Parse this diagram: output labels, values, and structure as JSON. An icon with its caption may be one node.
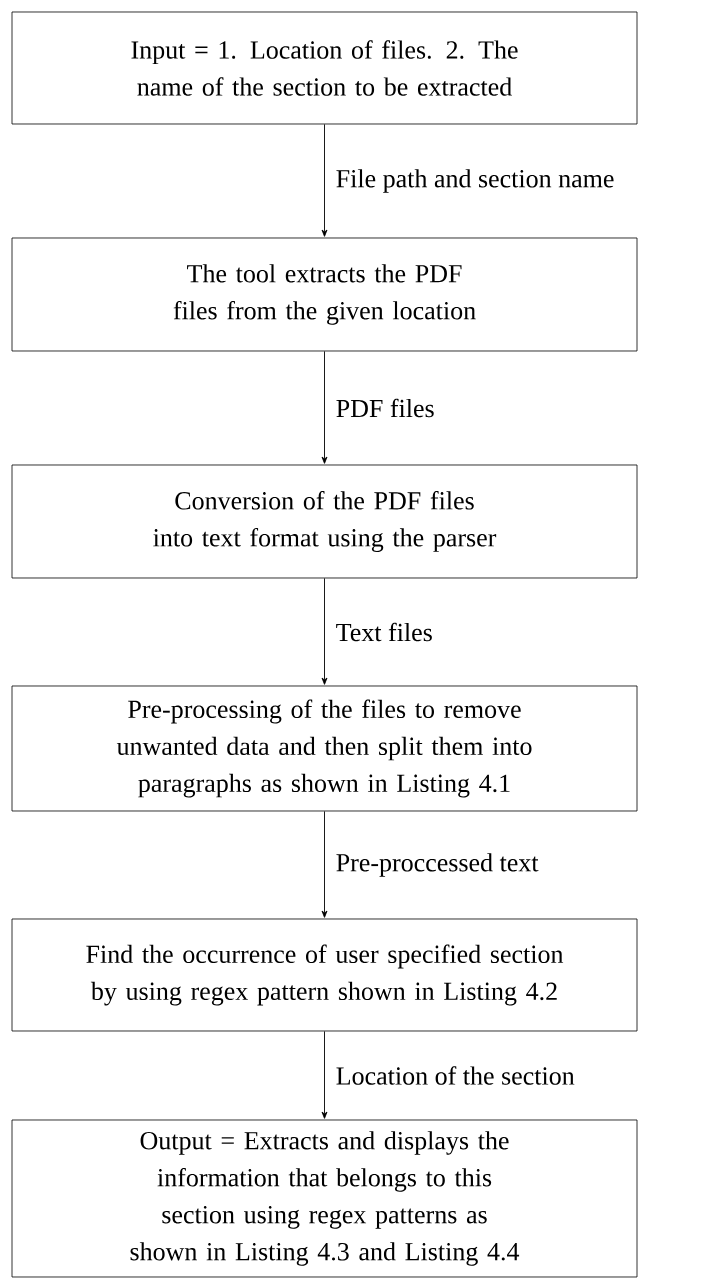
{
  "diagram": {
    "nodes": [
      {
        "text": [
          "Input = 1. Location of files. 2. The name of the section to be extracted"
        ]
      },
      {
        "text": [
          "The tool extracts the PDF files from the given location"
        ]
      },
      {
        "text": [
          "Conversion of the PDF files into text format using the parser"
        ]
      },
      {
        "text": [
          "Pre-processing of the files to remove unwanted data and then split them into paragraphs as shown in Listing 4.1"
        ]
      },
      {
        "text": [
          "Find the occurrence of user specified section by using regex pattern shown in Listing 4.2"
        ]
      },
      {
        "text": [
          "Output = Extracts and displays the information that belongs to this section using regex patterns as shown in Listing 4.3 and Listing 4.4"
        ]
      }
    ],
    "edges": [
      {
        "from": 0,
        "to": 1,
        "arrow": "to",
        "label": "File path and section name"
      },
      {
        "from": 1,
        "to": 2,
        "arrow": "to",
        "label": "PDF files"
      },
      {
        "from": 2,
        "to": 3,
        "arrow": "to",
        "label": "Text files"
      },
      {
        "from": 3,
        "to": 4,
        "arrow": "to",
        "label": "Pre-proccessed text"
      },
      {
        "from": 4,
        "to": 5,
        "arrow": "to",
        "label": "Location of the section"
      }
    ]
  }
}
